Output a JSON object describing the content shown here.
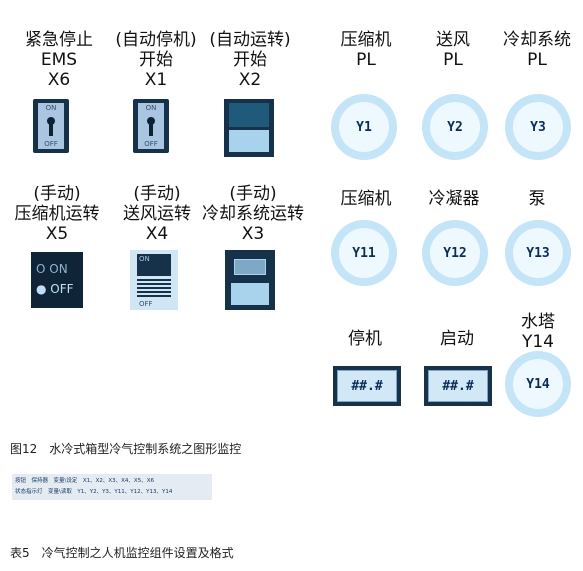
{
  "switches": {
    "ems": {
      "lines": [
        "紧急停止",
        "EMS",
        "X6"
      ]
    },
    "auto_stop": {
      "lines": [
        "(自动停机)",
        "开始",
        "X1"
      ]
    },
    "auto_run": {
      "lines": [
        "(自动运转)",
        "开始",
        "X2"
      ]
    },
    "manual_comp": {
      "lines": [
        "(手动)",
        "压缩机运转",
        "X5"
      ]
    },
    "manual_fan": {
      "lines": [
        "(手动)",
        "送风运转",
        "X4"
      ]
    },
    "manual_cool": {
      "lines": [
        "(手动)",
        "冷却系统运转",
        "X3"
      ]
    },
    "rocker_on": "ON",
    "rocker_off": "OFF",
    "panel_on": "O ON",
    "panel_off": "● OFF"
  },
  "lamps": {
    "compressor_pl": {
      "lines": [
        "压缩机",
        "PL"
      ],
      "id": "Y1"
    },
    "fan_pl": {
      "lines": [
        "送风",
        "PL"
      ],
      "id": "Y2"
    },
    "cooling_pl": {
      "lines": [
        "冷却系统",
        "PL"
      ],
      "id": "Y3"
    },
    "compressor": {
      "label": "压缩机",
      "id": "Y11"
    },
    "condenser": {
      "label": "冷凝器",
      "id": "Y12"
    },
    "pump": {
      "label": "泵",
      "id": "Y13"
    },
    "tower": {
      "lines": [
        "水塔",
        "Y14"
      ],
      "id": "Y14"
    }
  },
  "numeric": {
    "stop": {
      "label": "停机",
      "value": "##.#"
    },
    "start": {
      "label": "启动",
      "value": "##.#"
    }
  },
  "captions": {
    "fig12": "图12　水冷式箱型冷气控制系统之图形监控",
    "tab5": "表5　冷气控制之人机监控组件设置及格式"
  },
  "table": {
    "row1": "按钮　保持器　变量\\设定　X1、X2、X3、X4、X5、X6",
    "row2": "状态指示灯　变量\\读取　Y1、Y2、Y3、Y11、Y12、Y13、Y14"
  }
}
